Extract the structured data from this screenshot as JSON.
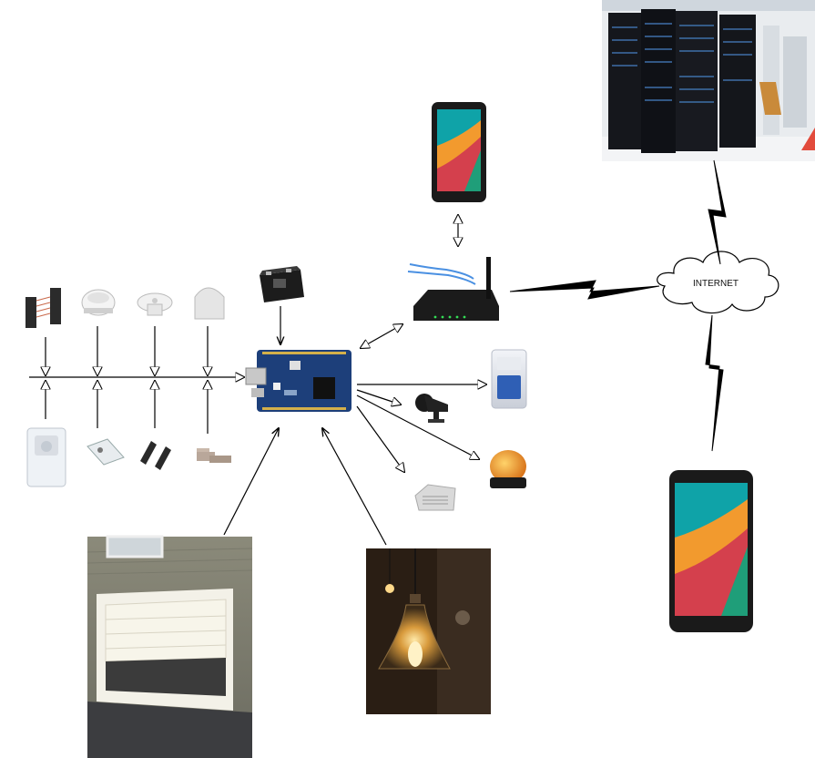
{
  "cloud": {
    "label": "INTERNET"
  },
  "colors": {
    "line": "#000000",
    "board": "#1d3f7a",
    "phone_body": "#1a1a1a",
    "screen_teal": "#0fa3a8",
    "screen_orange": "#f29a2e",
    "screen_red": "#d4404d",
    "screen_green": "#1f9e79"
  },
  "icons": {
    "server_room": "datacenter-racks-photo",
    "phone": "smartphone-icon",
    "router": "wifi-router-icon",
    "board": "microcontroller-board-icon",
    "battery": "battery-icon",
    "garage": "garage-door-photo",
    "lamp": "pendant-lamp-photo",
    "siren": "siren-icon",
    "horn": "horn-icon",
    "beacon": "warning-beacon-icon",
    "speaker": "speaker-box-icon"
  },
  "sensors_top": [
    "photoelectric-beam-sensor",
    "smoke-detector",
    "heat-detector",
    "ceiling-pir-sensor"
  ],
  "sensors_bottom": [
    "pir-motion-sensor",
    "glass-break-sensor",
    "door-contact-sensor",
    "magnetic-reed-switch"
  ]
}
